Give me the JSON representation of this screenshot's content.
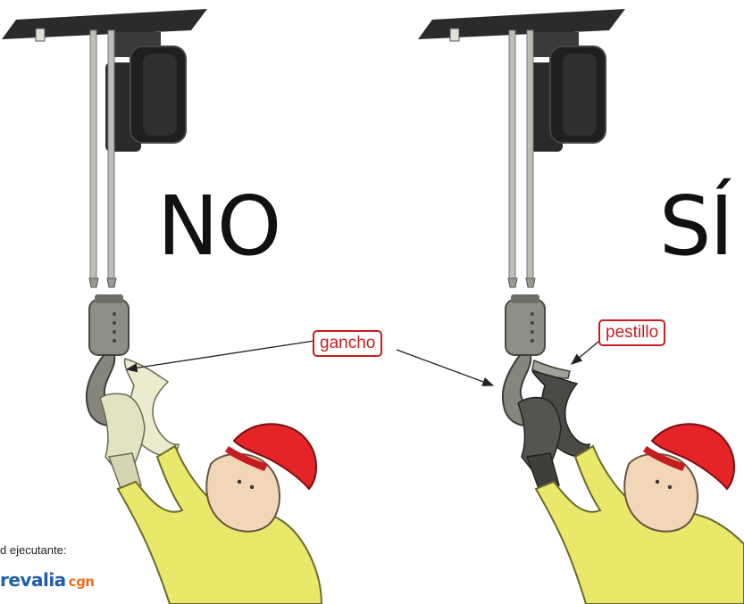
{
  "panels": {
    "left_word": "NO",
    "right_word": "SÍ"
  },
  "labels": {
    "hook": "gancho",
    "latch": "pestillo"
  },
  "footer": {
    "text": "d ejecutante:",
    "logo_main": "revalia",
    "logo_suffix": "cgn"
  },
  "colors": {
    "label_red": "#c81e1e",
    "helmet_red": "#e52428",
    "shirt_yellow": "#e8e86a",
    "hoist_dark": "#2f2f2f",
    "logo_blue": "#1f5ea8",
    "logo_orange": "#e8701e"
  }
}
